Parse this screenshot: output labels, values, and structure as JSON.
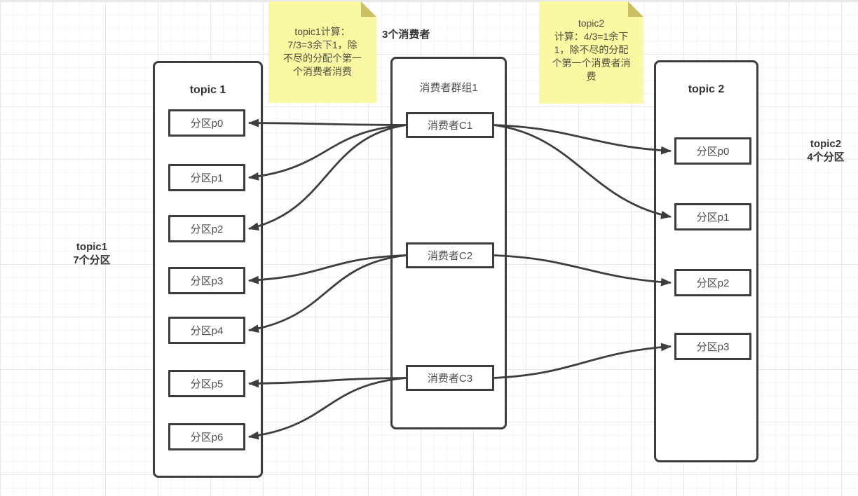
{
  "diagram": {
    "topic1": {
      "title": "topic 1",
      "partitions": [
        "分区p0",
        "分区p1",
        "分区p2",
        "分区p3",
        "分区p4",
        "分区p5",
        "分区p6"
      ]
    },
    "consumer_group": {
      "title": "消费者群组1",
      "consumers": [
        "消费者C1",
        "消费者C2",
        "消费者C3"
      ]
    },
    "topic2": {
      "title": "topic 2",
      "partitions": [
        "分区p0",
        "分区p1",
        "分区p2",
        "分区p3"
      ]
    },
    "edges": [
      {
        "c": "C1",
        "t": "topic1",
        "p": 0
      },
      {
        "c": "C1",
        "t": "topic1",
        "p": 1
      },
      {
        "c": "C1",
        "t": "topic1",
        "p": 2
      },
      {
        "c": "C2",
        "t": "topic1",
        "p": 3
      },
      {
        "c": "C2",
        "t": "topic1",
        "p": 4
      },
      {
        "c": "C3",
        "t": "topic1",
        "p": 5
      },
      {
        "c": "C3",
        "t": "topic1",
        "p": 6
      },
      {
        "c": "C1",
        "t": "topic2",
        "p": 0
      },
      {
        "c": "C1",
        "t": "topic2",
        "p": 1
      },
      {
        "c": "C2",
        "t": "topic2",
        "p": 2
      },
      {
        "c": "C3",
        "t": "topic2",
        "p": 3
      }
    ]
  },
  "notes": {
    "left": "topic1计算：\n7/3=3余下1，除\n不尽的分配个第一\n个消费者消费",
    "right": "topic2\n计算：4/3=1余下\n1，除不尽的分配\n个第一个消费者消\n费"
  },
  "labels": {
    "consumers_count": "3个消费者",
    "topic1_side": "topic1\n7个分区",
    "topic2_side": "topic2\n4个分区"
  },
  "colors": {
    "stroke": "#3d3d3d",
    "note_bg": "#fbf8a3",
    "note_fold": "#c9c163",
    "note_text": "#4e4e3e",
    "text": "#333333",
    "label": "#4d4d4d",
    "grid_fine": "#f3f3f3",
    "grid_major": "#e7e7e7"
  }
}
